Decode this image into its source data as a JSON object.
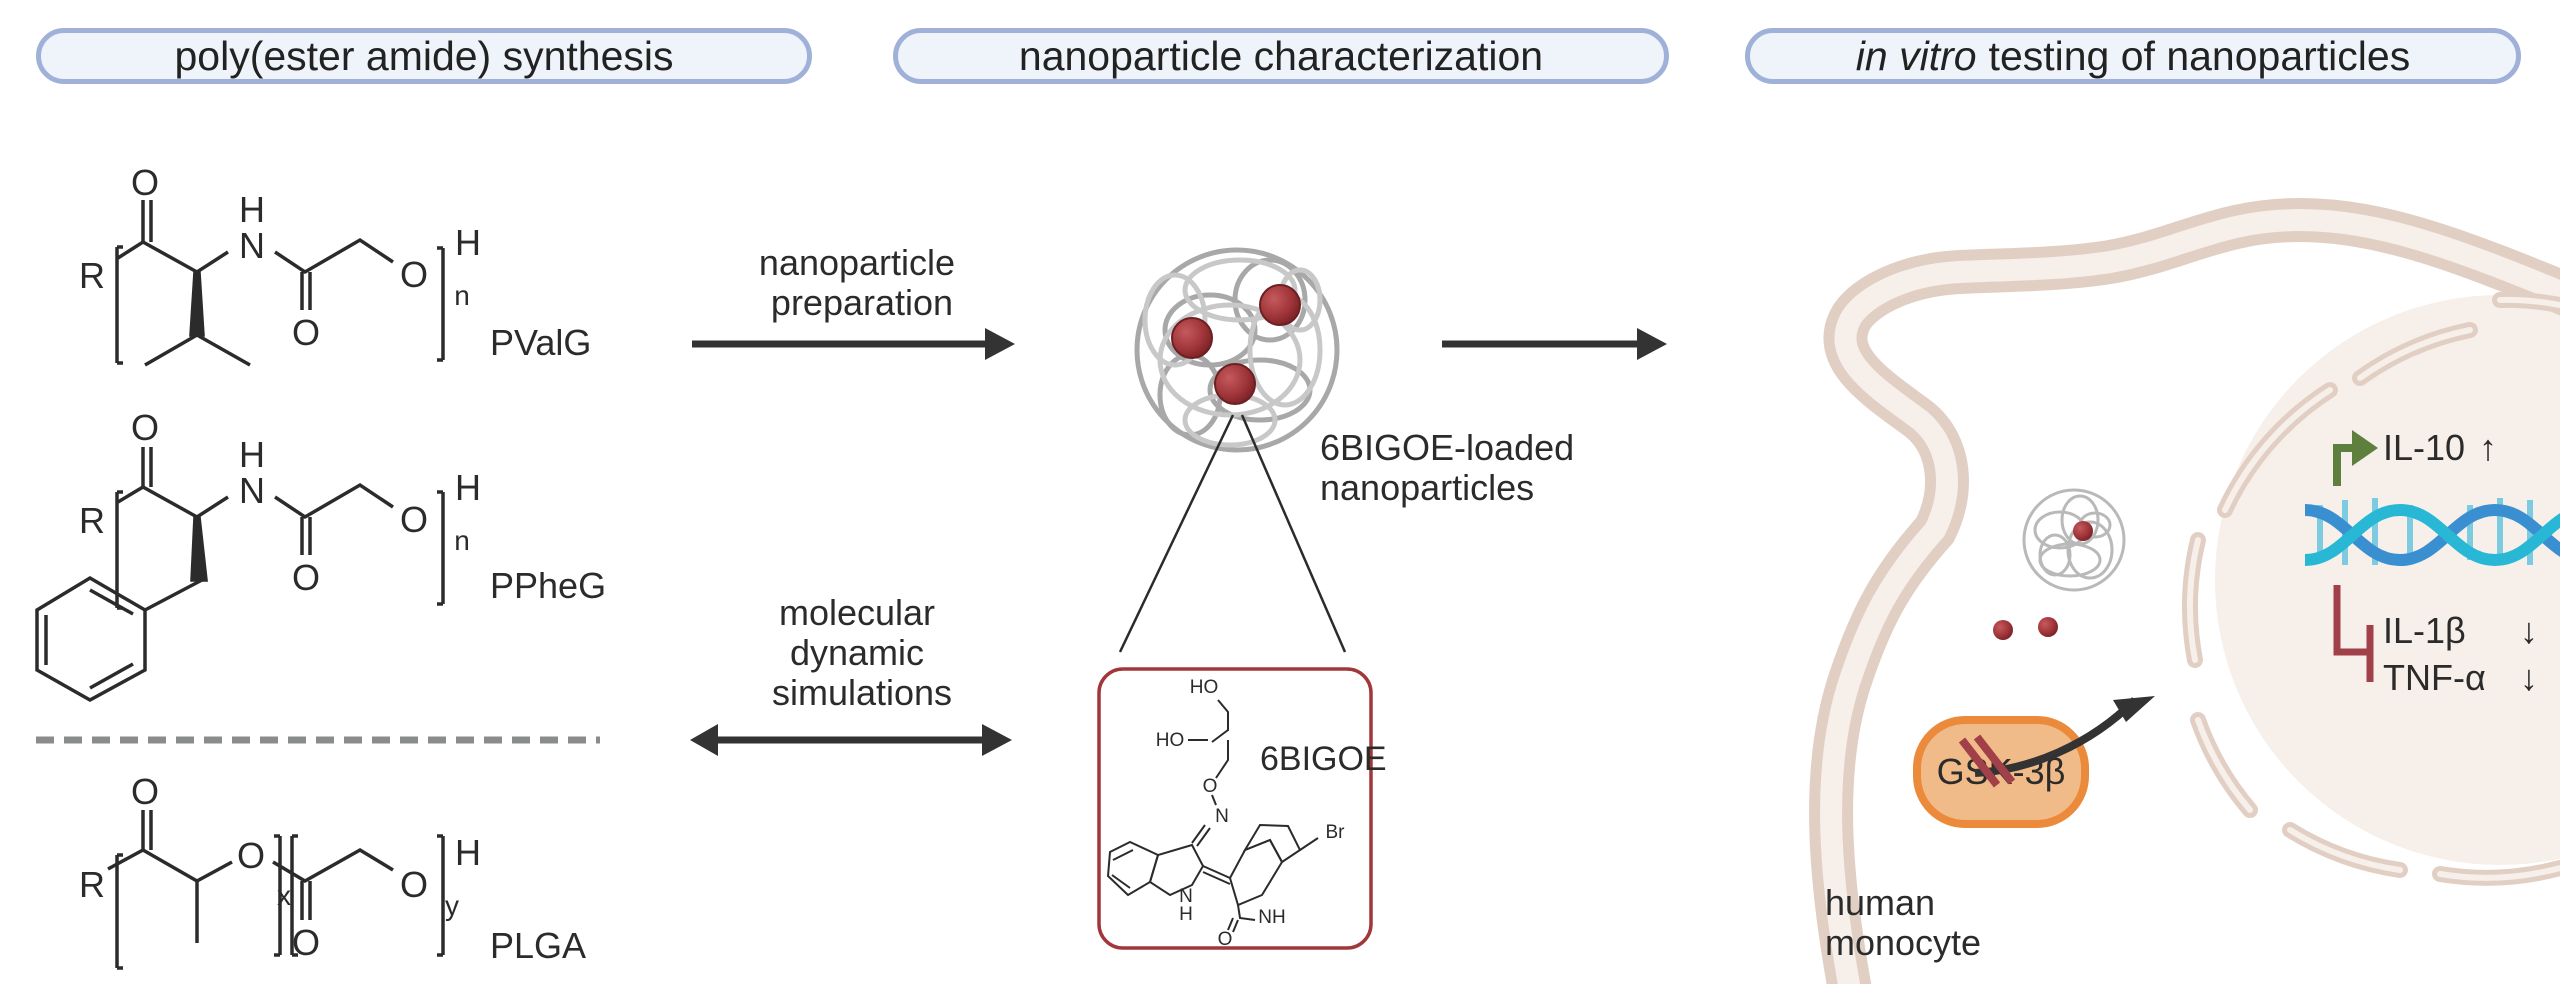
{
  "sections": [
    {
      "title": "poly(ester amide) synthesis"
    },
    {
      "title": "nanoparticle characterization"
    },
    {
      "title_italic": "in vitro",
      "title_rest": "testing of nanoparticles"
    }
  ],
  "polymers": [
    {
      "name": "PValG",
      "atoms": {
        "r": "R",
        "o1": "O",
        "nh_h": "H",
        "nh_n": "N",
        "o2": "O",
        "o3": "O",
        "h": "H",
        "sub": "n"
      }
    },
    {
      "name": "PPheG",
      "atoms": {
        "r": "R",
        "o1": "O",
        "nh_h": "H",
        "nh_n": "N",
        "o2": "O",
        "o3": "O",
        "h": "H",
        "sub": "n"
      }
    },
    {
      "name": "PLGA",
      "atoms": {
        "r": "R",
        "o1": "O",
        "o2": "O",
        "o3": "O",
        "o4": "O",
        "h": "H",
        "sub_x": "x",
        "sub_y": "y"
      }
    }
  ],
  "arrows": {
    "preparation": {
      "line1": "nanoparticle",
      "line2": "preparation"
    },
    "simulation": {
      "line1": "molecular",
      "line2": "dynamic",
      "line3": "simulations"
    }
  },
  "nanoparticle": {
    "label_line1": "6BIGOE-loaded",
    "label_line2": "nanoparticles"
  },
  "drug": {
    "name": "6BIGOE",
    "atoms": {
      "ho1": "HO",
      "ho2": "HO",
      "o": "O",
      "n": "N",
      "br": "Br",
      "nh1_n": "N",
      "nh1_h": "H",
      "nh2": "NH",
      "o2": "O"
    }
  },
  "cell": {
    "label_line1": "human",
    "label_line2": "monocyte",
    "enzyme": "GSK-3β",
    "genes": [
      {
        "name": "IL-10",
        "direction": "↑"
      },
      {
        "name": "IL-1β",
        "direction": "↓"
      },
      {
        "name": "TNF-α",
        "direction": "↓"
      }
    ]
  },
  "colors": {
    "pill_border": "#9fb1d8",
    "pill_fill": "#eef4fa",
    "drug_red": "#a2373b",
    "membrane": "#e2cfc4",
    "membrane_fill": "#f7efe9",
    "enzyme_fill": "#f1bb89",
    "enzyme_border": "#ea8a3a",
    "activate_green": "#5f7f3f",
    "inhibit_red": "#a2404a",
    "dna_dark": "#3a8fd0",
    "dna_light": "#28b8d5"
  }
}
